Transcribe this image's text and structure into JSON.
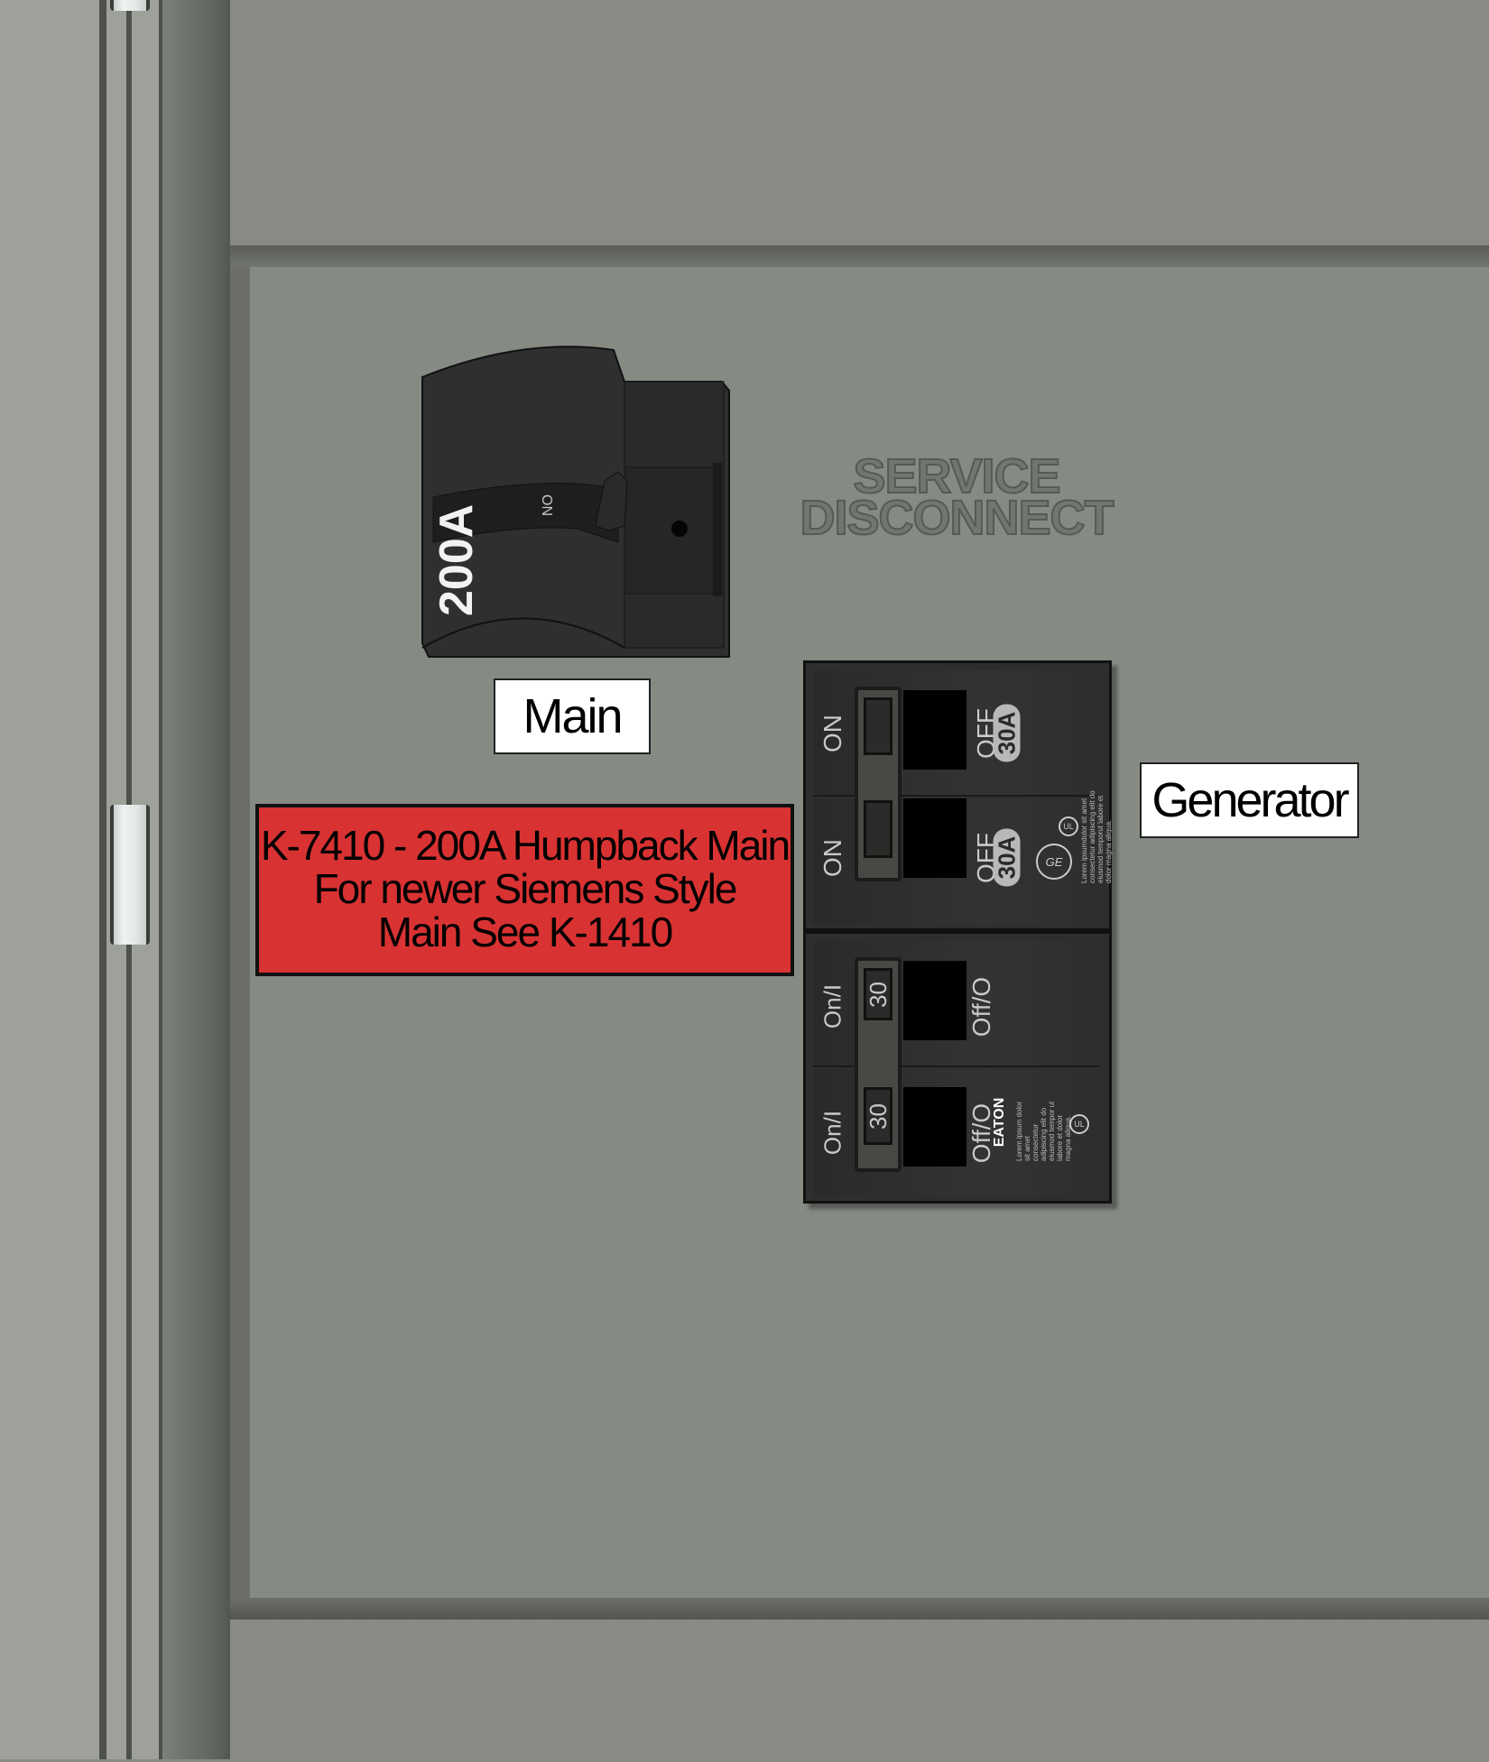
{
  "panel": {
    "engraving": [
      "SERVICE",
      "DISCONNECT"
    ]
  },
  "main_breaker": {
    "rating": "200A",
    "handle_mark": "ON",
    "label": "Main"
  },
  "note_label": {
    "lines": [
      "K-7410 - 200A Humpback Main",
      "For newer Siemens Style",
      "Main See K-1410"
    ],
    "color": "#d93233"
  },
  "generator_label": "Generator",
  "ge_breaker": {
    "on_label": "ON",
    "off_label": "OFF",
    "rating": "30A",
    "brand": "GE",
    "cert": "UL",
    "fine_print": "Lorem ipsumdolor sit amet consectetur adipiscing elit do eiusmod temporut labore et dolor magna aliqua."
  },
  "eaton_breaker": {
    "on_label": "On/I",
    "off_label": "Off/O",
    "rating": "30",
    "brand": "EATON",
    "cert": "UL",
    "fine_print": "Lorem ipsum dolor sit amet consectetur adipiscing elit do eiusmod tempor ut labore et dolor magna aliqua."
  }
}
